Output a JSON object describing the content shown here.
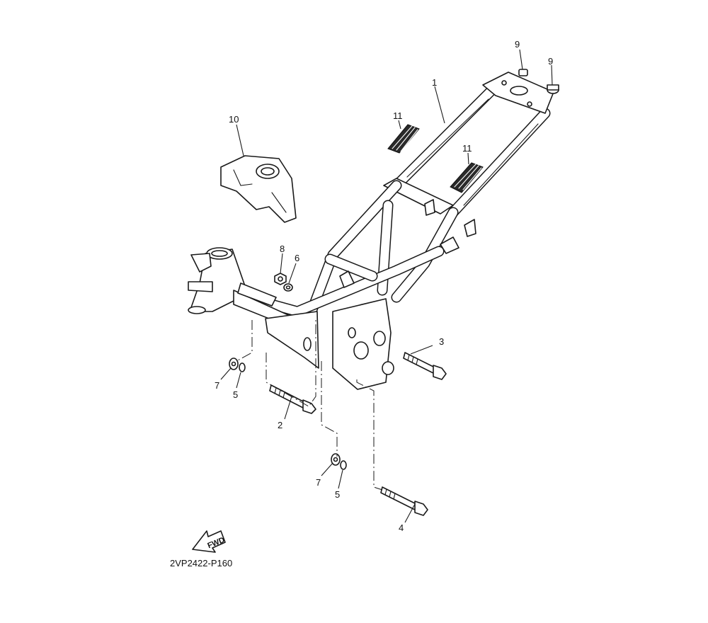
{
  "diagram": {
    "document_code": "2VP2422-P160",
    "direction_label": "FWD",
    "callouts": [
      {
        "id": "c1",
        "label": "1"
      },
      {
        "id": "c2",
        "label": "2"
      },
      {
        "id": "c3",
        "label": "3"
      },
      {
        "id": "c4",
        "label": "4"
      },
      {
        "id": "c5a",
        "label": "5"
      },
      {
        "id": "c5b",
        "label": "5"
      },
      {
        "id": "c6",
        "label": "6"
      },
      {
        "id": "c7a",
        "label": "7"
      },
      {
        "id": "c7b",
        "label": "7"
      },
      {
        "id": "c8",
        "label": "8"
      },
      {
        "id": "c9a",
        "label": "9"
      },
      {
        "id": "c9b",
        "label": "9"
      },
      {
        "id": "c10",
        "label": "10"
      },
      {
        "id": "c11a",
        "label": "11"
      },
      {
        "id": "c11b",
        "label": "11"
      }
    ]
  }
}
